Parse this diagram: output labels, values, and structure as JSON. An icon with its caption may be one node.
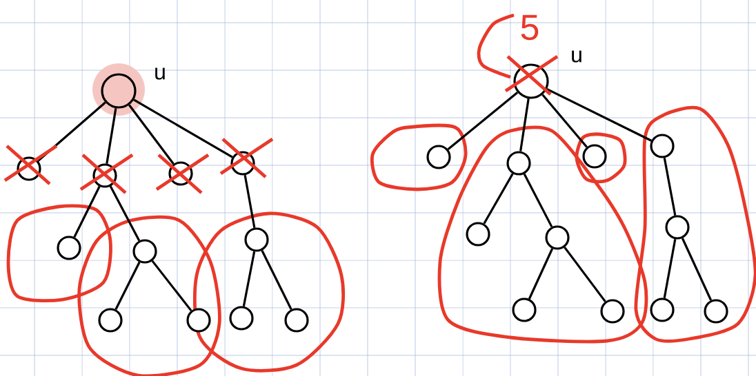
{
  "diagram": {
    "nodes": [
      {
        "text": [],
        "shape": "circle",
        "beside": [
          "u"
        ]
      },
      {
        "text": [],
        "shape": "circle"
      },
      {
        "text": [],
        "shape": "circle"
      },
      {
        "text": [],
        "shape": "circle"
      },
      {
        "text": [],
        "shape": "circle"
      },
      {
        "text": [],
        "shape": "circle"
      },
      {
        "text": [],
        "shape": "circle"
      },
      {
        "text": [],
        "shape": "circle"
      },
      {
        "text": [],
        "shape": "circle"
      },
      {
        "text": [],
        "shape": "circle"
      },
      {
        "text": [],
        "shape": "circle"
      },
      {
        "text": [],
        "shape": "circle"
      },
      {
        "text": [],
        "shape": "circle",
        "beside": [
          "5",
          "u"
        ]
      },
      {
        "text": [],
        "shape": "circle"
      },
      {
        "text": [],
        "shape": "circle"
      },
      {
        "text": [],
        "shape": "circle"
      },
      {
        "text": [],
        "shape": "circle"
      },
      {
        "text": [],
        "shape": "circle"
      },
      {
        "text": [],
        "shape": "circle"
      },
      {
        "text": [],
        "shape": "circle"
      },
      {
        "text": [],
        "shape": "circle"
      },
      {
        "text": [],
        "shape": "circle"
      },
      {
        "text": [],
        "shape": "circle"
      },
      {
        "text": [],
        "shape": "circle"
      }
    ],
    "edges": [
      {
        "from": 0,
        "to": 1,
        "arrow": "none"
      },
      {
        "from": 0,
        "to": 2,
        "arrow": "none"
      },
      {
        "from": 0,
        "to": 3,
        "arrow": "none"
      },
      {
        "from": 0,
        "to": 4,
        "arrow": "none"
      },
      {
        "from": 2,
        "to": 5,
        "arrow": "none"
      },
      {
        "from": 2,
        "to": 6,
        "arrow": "none"
      },
      {
        "from": 6,
        "to": 7,
        "arrow": "none"
      },
      {
        "from": 6,
        "to": 8,
        "arrow": "none"
      },
      {
        "from": 4,
        "to": 9,
        "arrow": "none"
      },
      {
        "from": 9,
        "to": 10,
        "arrow": "none"
      },
      {
        "from": 9,
        "to": 11,
        "arrow": "none"
      },
      {
        "from": 12,
        "to": 13,
        "arrow": "none"
      },
      {
        "from": 12,
        "to": 14,
        "arrow": "none"
      },
      {
        "from": 12,
        "to": 15,
        "arrow": "none"
      },
      {
        "from": 12,
        "to": 16,
        "arrow": "none"
      },
      {
        "from": 14,
        "to": 17,
        "arrow": "none"
      },
      {
        "from": 14,
        "to": 18,
        "arrow": "none"
      },
      {
        "from": 18,
        "to": 19,
        "arrow": "none"
      },
      {
        "from": 18,
        "to": 20,
        "arrow": "none"
      },
      {
        "from": 16,
        "to": 21,
        "arrow": "none"
      },
      {
        "from": 21,
        "to": 22,
        "arrow": "none"
      },
      {
        "from": 21,
        "to": 23,
        "arrow": "none"
      }
    ]
  }
}
